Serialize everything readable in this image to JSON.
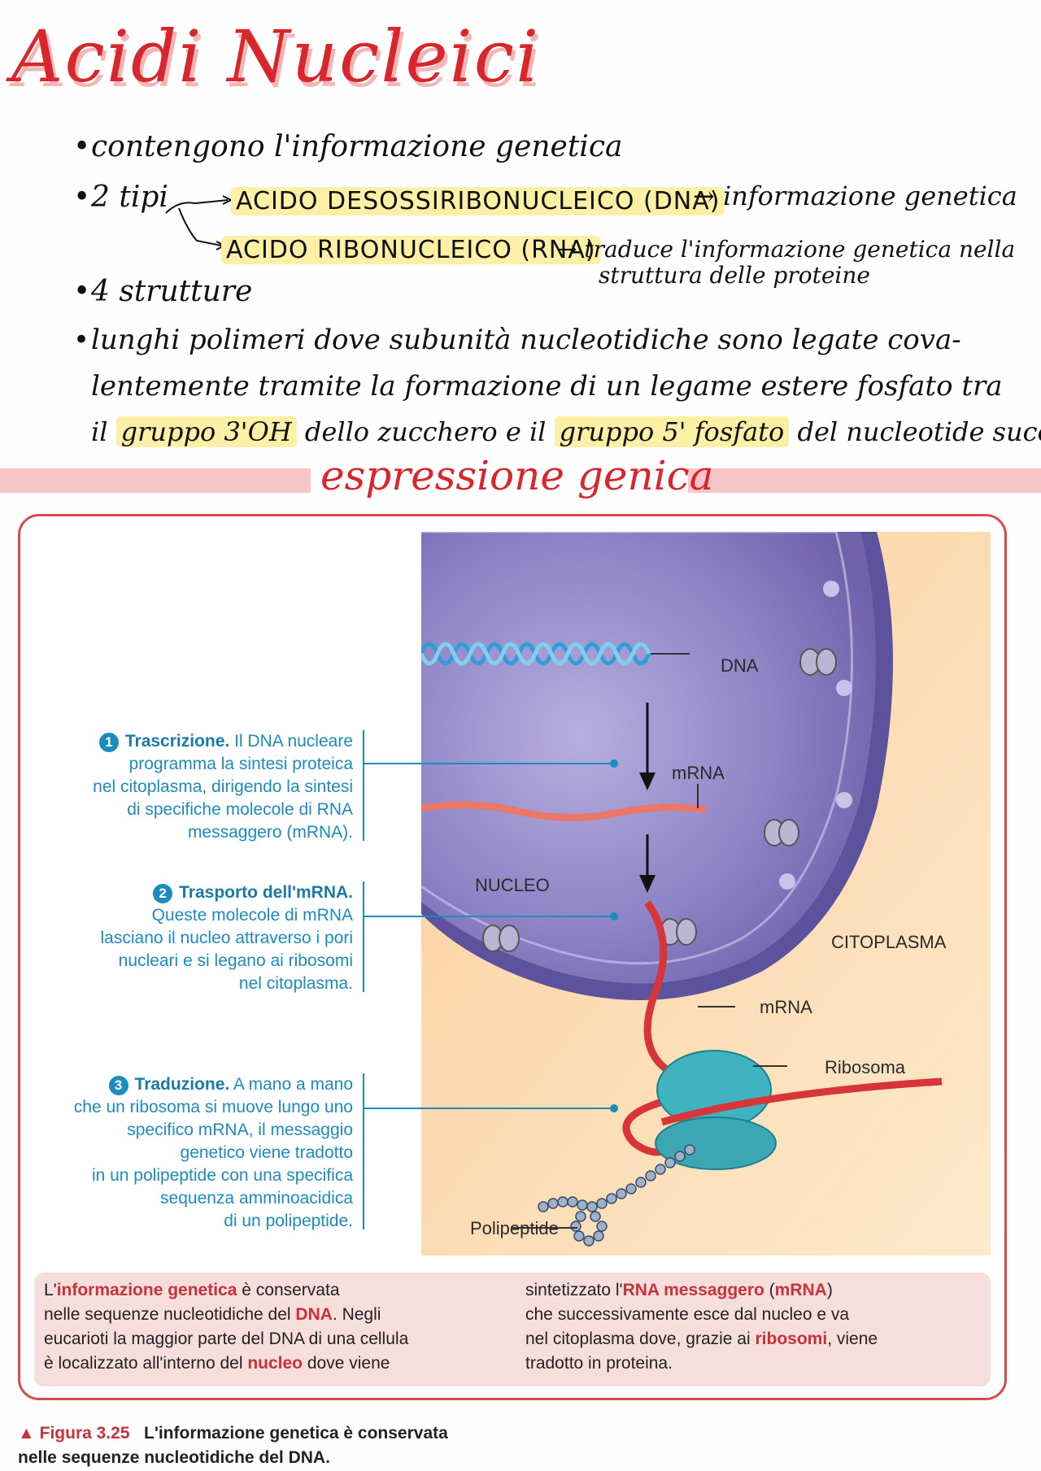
{
  "title": "Acidi Nucleici",
  "notes": {
    "bullet1": "contengono l'informazione genetica",
    "bullet2_lead": "2 tipi",
    "dna_name": "ACIDO DESOSSIRIBONUCLEICO (DNA)",
    "dna_role": "informazione genetica",
    "rna_name": "ACIDO RIBONUCLEICO (RNA)",
    "rna_role_line1": "traduce l'informazione genetica nella",
    "rna_role_line2": "struttura delle proteine",
    "bullet3": "4 strutture",
    "bullet4_line1": "lunghi polimeri dove subunità nucleotidiche sono legate cova-",
    "bullet4_line2": "lentemente tramite la formazione di un legame estere fosfato tra",
    "bullet4_line3_a": "il",
    "bullet4_line3_hl1": "gruppo 3'OH",
    "bullet4_line3_b": "dello zucchero e il",
    "bullet4_line3_hl2": "gruppo 5' fosfato",
    "bullet4_line3_c": "del nucleotide succes."
  },
  "section_title": "espressione genica",
  "figure": {
    "labels": {
      "dna": "DNA",
      "mrna_top": "mRNA",
      "nucleo": "NUCLEO",
      "citoplasma": "CITOPLASMA",
      "mrna_bottom": "mRNA",
      "ribosoma": "Ribosoma",
      "polipeptide": "Polipeptide"
    },
    "step1": {
      "num": "1",
      "title": "Trascrizione.",
      "text_l1": "Il DNA nucleare",
      "text_l2": "programma la sintesi proteica",
      "text_l3": "nel citoplasma, dirigendo la sintesi",
      "text_l4": "di specifiche molecole di RNA",
      "text_l5": "messaggero (mRNA)."
    },
    "step2": {
      "num": "2",
      "title": "Trasporto dell'mRNA.",
      "text_l1": "Queste molecole di mRNA",
      "text_l2": "lasciano il nucleo attraverso i pori",
      "text_l3": "nucleari e si legano ai ribosomi",
      "text_l4": "nel citoplasma."
    },
    "step3": {
      "num": "3",
      "title": "Traduzione.",
      "text_l1": "A mano a mano",
      "text_l2": "che un ribosoma si muove lungo uno",
      "text_l3": "specifico mRNA, il messaggio",
      "text_l4": "genetico viene tradotto",
      "text_l5": "in un polipeptide con una specifica",
      "text_l6": "sequenza amminoacidica",
      "text_l7": "di un polipeptide."
    },
    "summary": {
      "l1_a": "L'",
      "l1_red": "informazione genetica",
      "l1_b": " è conservata",
      "l2_a": "nelle sequenze nucleotidiche del ",
      "l2_red": "DNA",
      "l2_b": ". Negli",
      "l3": "eucarioti la maggior parte del DNA di una cellula",
      "l4_a": "è localizzato all'interno del ",
      "l4_red": "nucleo",
      "l4_b": " dove viene",
      "r1_a": "sintetizzato l'",
      "r1_red": "RNA messaggero",
      "r1_b": " (",
      "r1_red2": "mRNA",
      "r1_c": ")",
      "r2": "che successivamente esce dal nucleo e va",
      "r3_a": "nel citoplasma dove, grazie ai ",
      "r3_red": "ribosomi",
      "r3_b": ", viene",
      "r4": "tradotto in proteina."
    },
    "caption": {
      "fig": "Figura 3.25",
      "l1": "L'informazione genetica è conservata",
      "l2": "nelle sequenze nucleotidiche del DNA."
    }
  },
  "colors": {
    "title_red": "#d7262c",
    "highlight_yellow": "#fbf0a6",
    "band_pink": "#f9c6c7",
    "nucleus_purple": "#8a7fc0",
    "cytoplasm_peach": "#fde2b8",
    "ribosome_teal": "#3fb3bf",
    "step_blue": "#1a8cbd"
  }
}
